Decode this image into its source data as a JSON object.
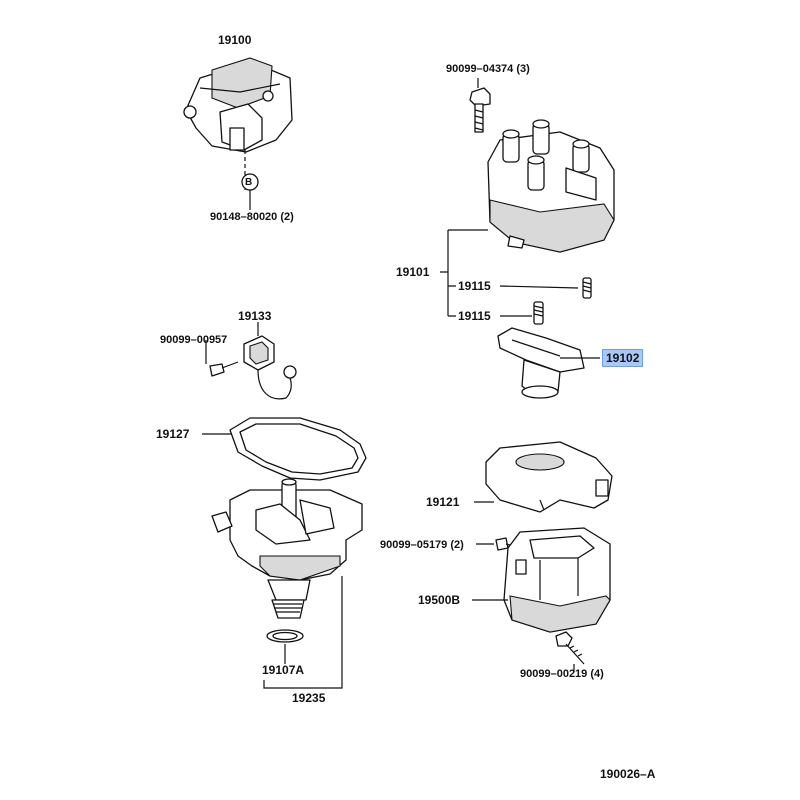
{
  "diagram_id": "190026–A",
  "highlight_color": "#a9c9f5",
  "callout_symbol": "B",
  "labels": {
    "p19100": "19100",
    "p90148": "90148–80020 (2)",
    "p90099_04374": "90099–04374 (3)",
    "p19101": "19101",
    "p19115a": "19115",
    "p19115b": "19115",
    "p19102": "19102",
    "p19133": "19133",
    "p90099_00957": "90099–00957",
    "p19127": "19127",
    "p19121": "19121",
    "p90099_05179": "90099–05179 (2)",
    "p19500B": "19500B",
    "p90099_00219": "90099–00219 (4)",
    "p19107A": "19107A",
    "p19235": "19235"
  }
}
